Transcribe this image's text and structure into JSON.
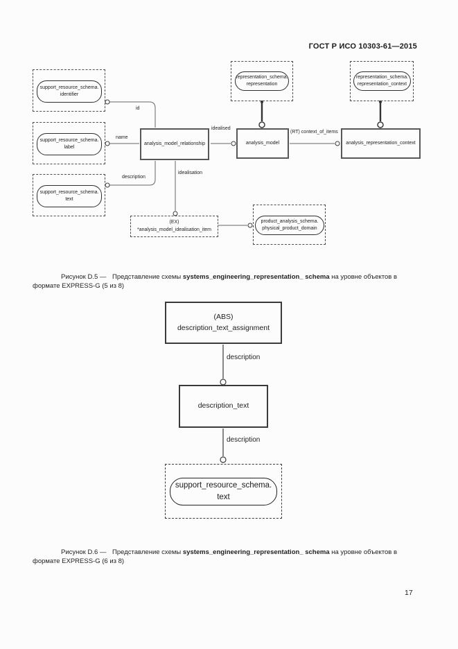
{
  "page": {
    "header_title": "ГОСТ Р ИСО 10303-61—2015",
    "page_number": "17"
  },
  "figure_d5": {
    "entities": {
      "srs_identifier": {
        "line1": "support_resource_schema.",
        "line2": "identifier"
      },
      "srs_label": {
        "line1": "support_resource_schema.",
        "line2": "label"
      },
      "srs_text": {
        "line1": "support_resource_schema.",
        "line2": "text"
      },
      "analysis_model_relationship": "analysis_model_relationship",
      "analysis_model": "analysis_model",
      "analysis_representation_context": "analysis_representation_context",
      "rs_representation": {
        "line1": "representation_schema.",
        "line2": "representation"
      },
      "rs_representation_context": {
        "line1": "representation_schema.",
        "line2": "representation_context"
      },
      "idealisation_item": {
        "line1": "(EX)",
        "line2": "*analysis_model_idealisation_item"
      },
      "pas_physical_product_domain": {
        "line1": "product_analysis_schema.",
        "line2": "physical_product_domain"
      }
    },
    "edge_labels": {
      "id": "id",
      "name": "name",
      "description": "description",
      "idealised": "idealised",
      "idealisation": "idealisation",
      "context_of_items": "(RT) context_of_items"
    },
    "caption": {
      "label": "Рисунок D.5 —",
      "text_before": "Представление схемы",
      "bold": "systems_engineering_representation_ schema",
      "text_after": "на уровне объектов в",
      "line2": "формате EXPRESS-G (5 из 8)"
    }
  },
  "figure_d6": {
    "entities": {
      "description_text_assignment": {
        "line1": "(ABS)",
        "line2": "description_text_assignment"
      },
      "description_text": "description_text",
      "srs_text": {
        "line1": "support_resource_schema.",
        "line2": "text"
      }
    },
    "edge_labels": {
      "description_top": "description",
      "description_bottom": "description"
    },
    "caption": {
      "label": "Рисунок D.6 —",
      "text_before": "Представление схемы",
      "bold": "systems_engineering_representation_ schema",
      "text_after": "на уровне объектов в",
      "line2": "формате EXPRESS-G (6 из 8)"
    }
  }
}
